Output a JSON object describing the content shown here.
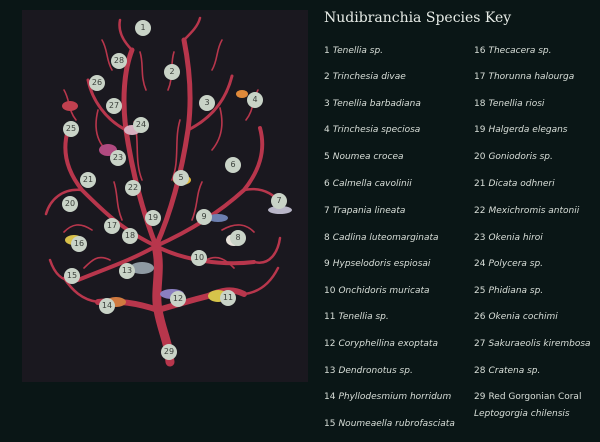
{
  "title": "Nudibranchia Species Key",
  "colors": {
    "background": "#0a1616",
    "plate": "#1a181f",
    "coral": "#c0394f",
    "marker": "#c9d3c7",
    "text": "#d9dfd9"
  },
  "key": [
    {
      "num": "1",
      "name": "Tenellia sp."
    },
    {
      "num": "2",
      "name": "Trinchesia divae"
    },
    {
      "num": "3",
      "name": "Tenellia barbadiana"
    },
    {
      "num": "4",
      "name": "Trinchesia speciosa"
    },
    {
      "num": "5",
      "name": "Noumea crocea"
    },
    {
      "num": "6",
      "name": "Calmella cavolinii"
    },
    {
      "num": "7",
      "name": "Trapania lineata"
    },
    {
      "num": "8",
      "name": "Cadlina luteomarginata"
    },
    {
      "num": "9",
      "name": "Hypselodoris espiosai"
    },
    {
      "num": "10",
      "name": "Onchidoris muricata"
    },
    {
      "num": "11",
      "name": "Tenellia sp."
    },
    {
      "num": "12",
      "name": "Coryphellina exoptata"
    },
    {
      "num": "13",
      "name": "Dendronotus sp."
    },
    {
      "num": "14",
      "name": "Phyllodesmium horridum"
    },
    {
      "num": "15",
      "name": "Noumeaella rubrofasciata"
    },
    {
      "num": "16",
      "name": "Thecacera sp."
    },
    {
      "num": "17",
      "name": "Thorunna halourga"
    },
    {
      "num": "18",
      "name": "Tenellia riosi"
    },
    {
      "num": "19",
      "name": "Halgerda elegans"
    },
    {
      "num": "20",
      "name": "Goniodoris sp."
    },
    {
      "num": "21",
      "name": "Dicata odhneri"
    },
    {
      "num": "22",
      "name": "Mexichromis antonii"
    },
    {
      "num": "23",
      "name": "Okenia hiroi"
    },
    {
      "num": "24",
      "name": "Polycera sp."
    },
    {
      "num": "25",
      "name": "Phidiana sp."
    },
    {
      "num": "26",
      "name": "Okenia cochimi"
    },
    {
      "num": "27",
      "name": "Sakuraeolis kirembosa"
    },
    {
      "num": "28",
      "name": "Cratena sp."
    },
    {
      "num": "29",
      "name": "Red Gorgonian Coral"
    }
  ],
  "key_extra": "Leptogorgia chilensis",
  "markers": [
    "1",
    "2",
    "3",
    "4",
    "5",
    "6",
    "7",
    "8",
    "9",
    "10",
    "11",
    "12",
    "13",
    "14",
    "15",
    "16",
    "17",
    "18",
    "19",
    "20",
    "21",
    "22",
    "23",
    "24",
    "25",
    "26",
    "27",
    "28",
    "29"
  ]
}
